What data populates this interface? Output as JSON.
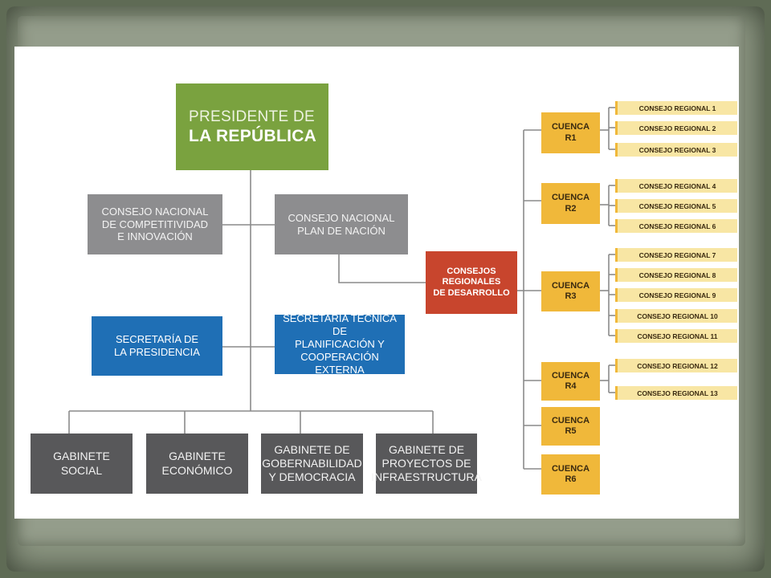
{
  "colors": {
    "president": "#7aa23f",
    "council": "#8d8d8f",
    "secretariat": "#1f6fb5",
    "regional_councils": "#c8452d",
    "cabinet": "#58585a",
    "basin": "#f0b83a",
    "regional_council_item": "#f8e6a4"
  },
  "president": {
    "line1": "PRESIDENTE DE",
    "line2": "LA REPÚBLICA"
  },
  "councils": {
    "competitiveness": "CONSEJO NACIONAL\nDE COMPETITIVIDAD\nE INNOVACIÓN",
    "nation_plan": "CONSEJO NACIONAL\nPLAN DE NACIÓN"
  },
  "secretariats": {
    "presidency": "SECRETARÍA DE\nLA PRESIDENCIA",
    "technical": "SECRETARÍA TÉCNICA DE\nPLANIFICACIÓN Y\nCOOPERACIÓN EXTERNA"
  },
  "regional_councils": "CONSEJOS\nREGIONALES\nDE DESARROLLO",
  "cabinets": [
    "GABINETE\nSOCIAL",
    "GABINETE\nECONÓMICO",
    "GABINETE DE\nGOBERNABILIDAD\nY DEMOCRACIA",
    "GABINETE DE\nPROYECTOS DE\nINFRAESTRUCTURA"
  ],
  "basins": [
    "CUENCA\nR1",
    "CUENCA\nR2",
    "CUENCA\nR3",
    "CUENCA\nR4",
    "CUENCA\nR5",
    "CUENCA\nR6"
  ],
  "consejos": [
    "CONSEJO REGIONAL 1",
    "CONSEJO REGIONAL 2",
    "CONSEJO REGIONAL 3",
    "CONSEJO REGIONAL 4",
    "CONSEJO REGIONAL 5",
    "CONSEJO REGIONAL 6",
    "CONSEJO REGIONAL 7",
    "CONSEJO REGIONAL 8",
    "CONSEJO REGIONAL 9",
    "CONSEJO REGIONAL 10",
    "CONSEJO REGIONAL 11",
    "CONSEJO REGIONAL 12",
    "CONSEJO REGIONAL 13"
  ]
}
